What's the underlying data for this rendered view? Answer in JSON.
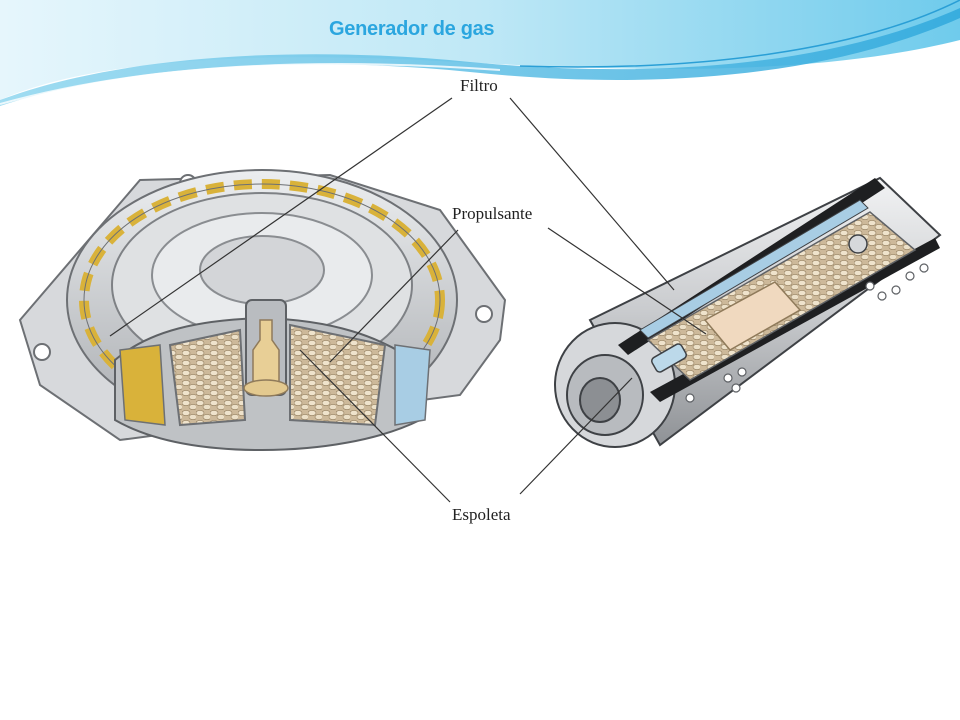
{
  "slide": {
    "title": "Generador de gas"
  },
  "labels": {
    "filter": "Filtro",
    "propellant": "Propulsante",
    "igniter": "Espoleta"
  },
  "colors": {
    "title": "#2ba6df",
    "banner_light": "#cfeef8",
    "banner_mid": "#7fd0ec",
    "banner_dark": "#3fb3e0",
    "filter_gold": "#d9b23a",
    "pellet": "#e9dcc4",
    "metal": "#c8cacd"
  }
}
